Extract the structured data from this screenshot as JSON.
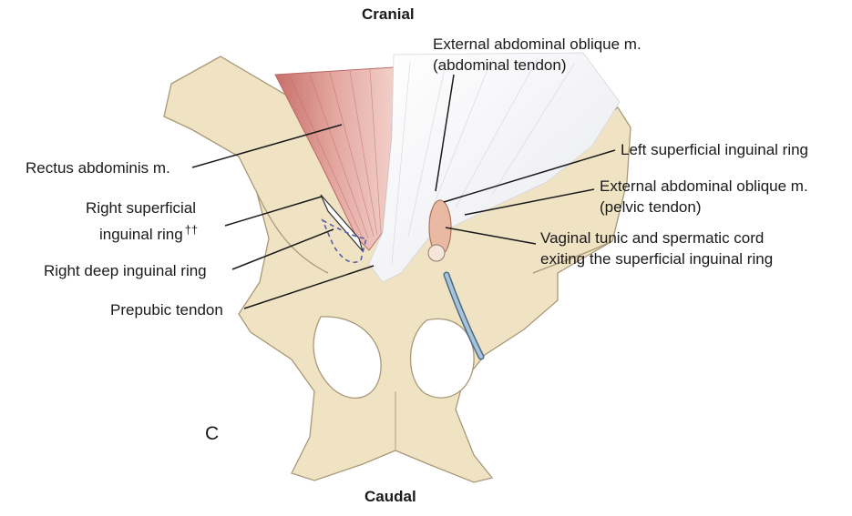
{
  "orientation": {
    "top": "Cranial",
    "bottom": "Caudal"
  },
  "panel_letter": "C",
  "labels": {
    "rectus_abdominis": "Rectus abdominis m.",
    "right_superficial_ring_line1": "Right superficial",
    "right_superficial_ring_line2": "inguinal ring",
    "right_superficial_ring_mark": "††",
    "right_deep_ring": "Right deep inguinal ring",
    "prepubic_tendon": "Prepubic tendon",
    "ext_oblique_abdominal_line1": "External abdominal oblique m.",
    "ext_oblique_abdominal_line2": "(abdominal tendon)",
    "left_superficial_ring": "Left superficial inguinal ring",
    "ext_oblique_pelvic_line1": "External abdominal oblique m.",
    "ext_oblique_pelvic_line2": "(pelvic tendon)",
    "vaginal_tunic_line1": "Vaginal tunic and spermatic cord",
    "vaginal_tunic_line2": "exiting the superficial inguinal ring"
  },
  "colors": {
    "bone": "#efe3c4",
    "bone_outline": "#a89878",
    "muscle": "#de9c96",
    "tendon": "#f4f4f6",
    "cord": "#a8c4da",
    "leader": "#1a1a1a"
  }
}
